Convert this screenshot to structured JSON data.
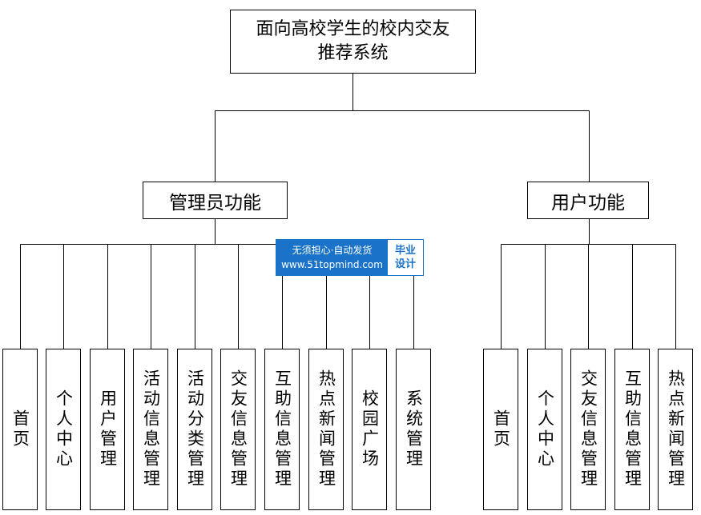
{
  "root": {
    "line1": "面向高校学生的校内交友",
    "line2": "推荐系统"
  },
  "admin": {
    "label": "管理员功能",
    "items": [
      "首页",
      "个人中心",
      "用户管理",
      "活动信息管理",
      "活动分类管理",
      "交友信息管理",
      "互助信息管理",
      "热点新闻管理",
      "校园广场",
      "系统管理"
    ]
  },
  "user": {
    "label": "用户功能",
    "items": [
      "首页",
      "个人中心",
      "交友信息管理",
      "互助信息管理",
      "热点新闻管理"
    ]
  },
  "watermark": {
    "line1": "无须担心·自动发货",
    "line2": "www.51topmind.com",
    "badge1": "毕业",
    "badge2": "设计",
    "color": "#1a73c9"
  }
}
